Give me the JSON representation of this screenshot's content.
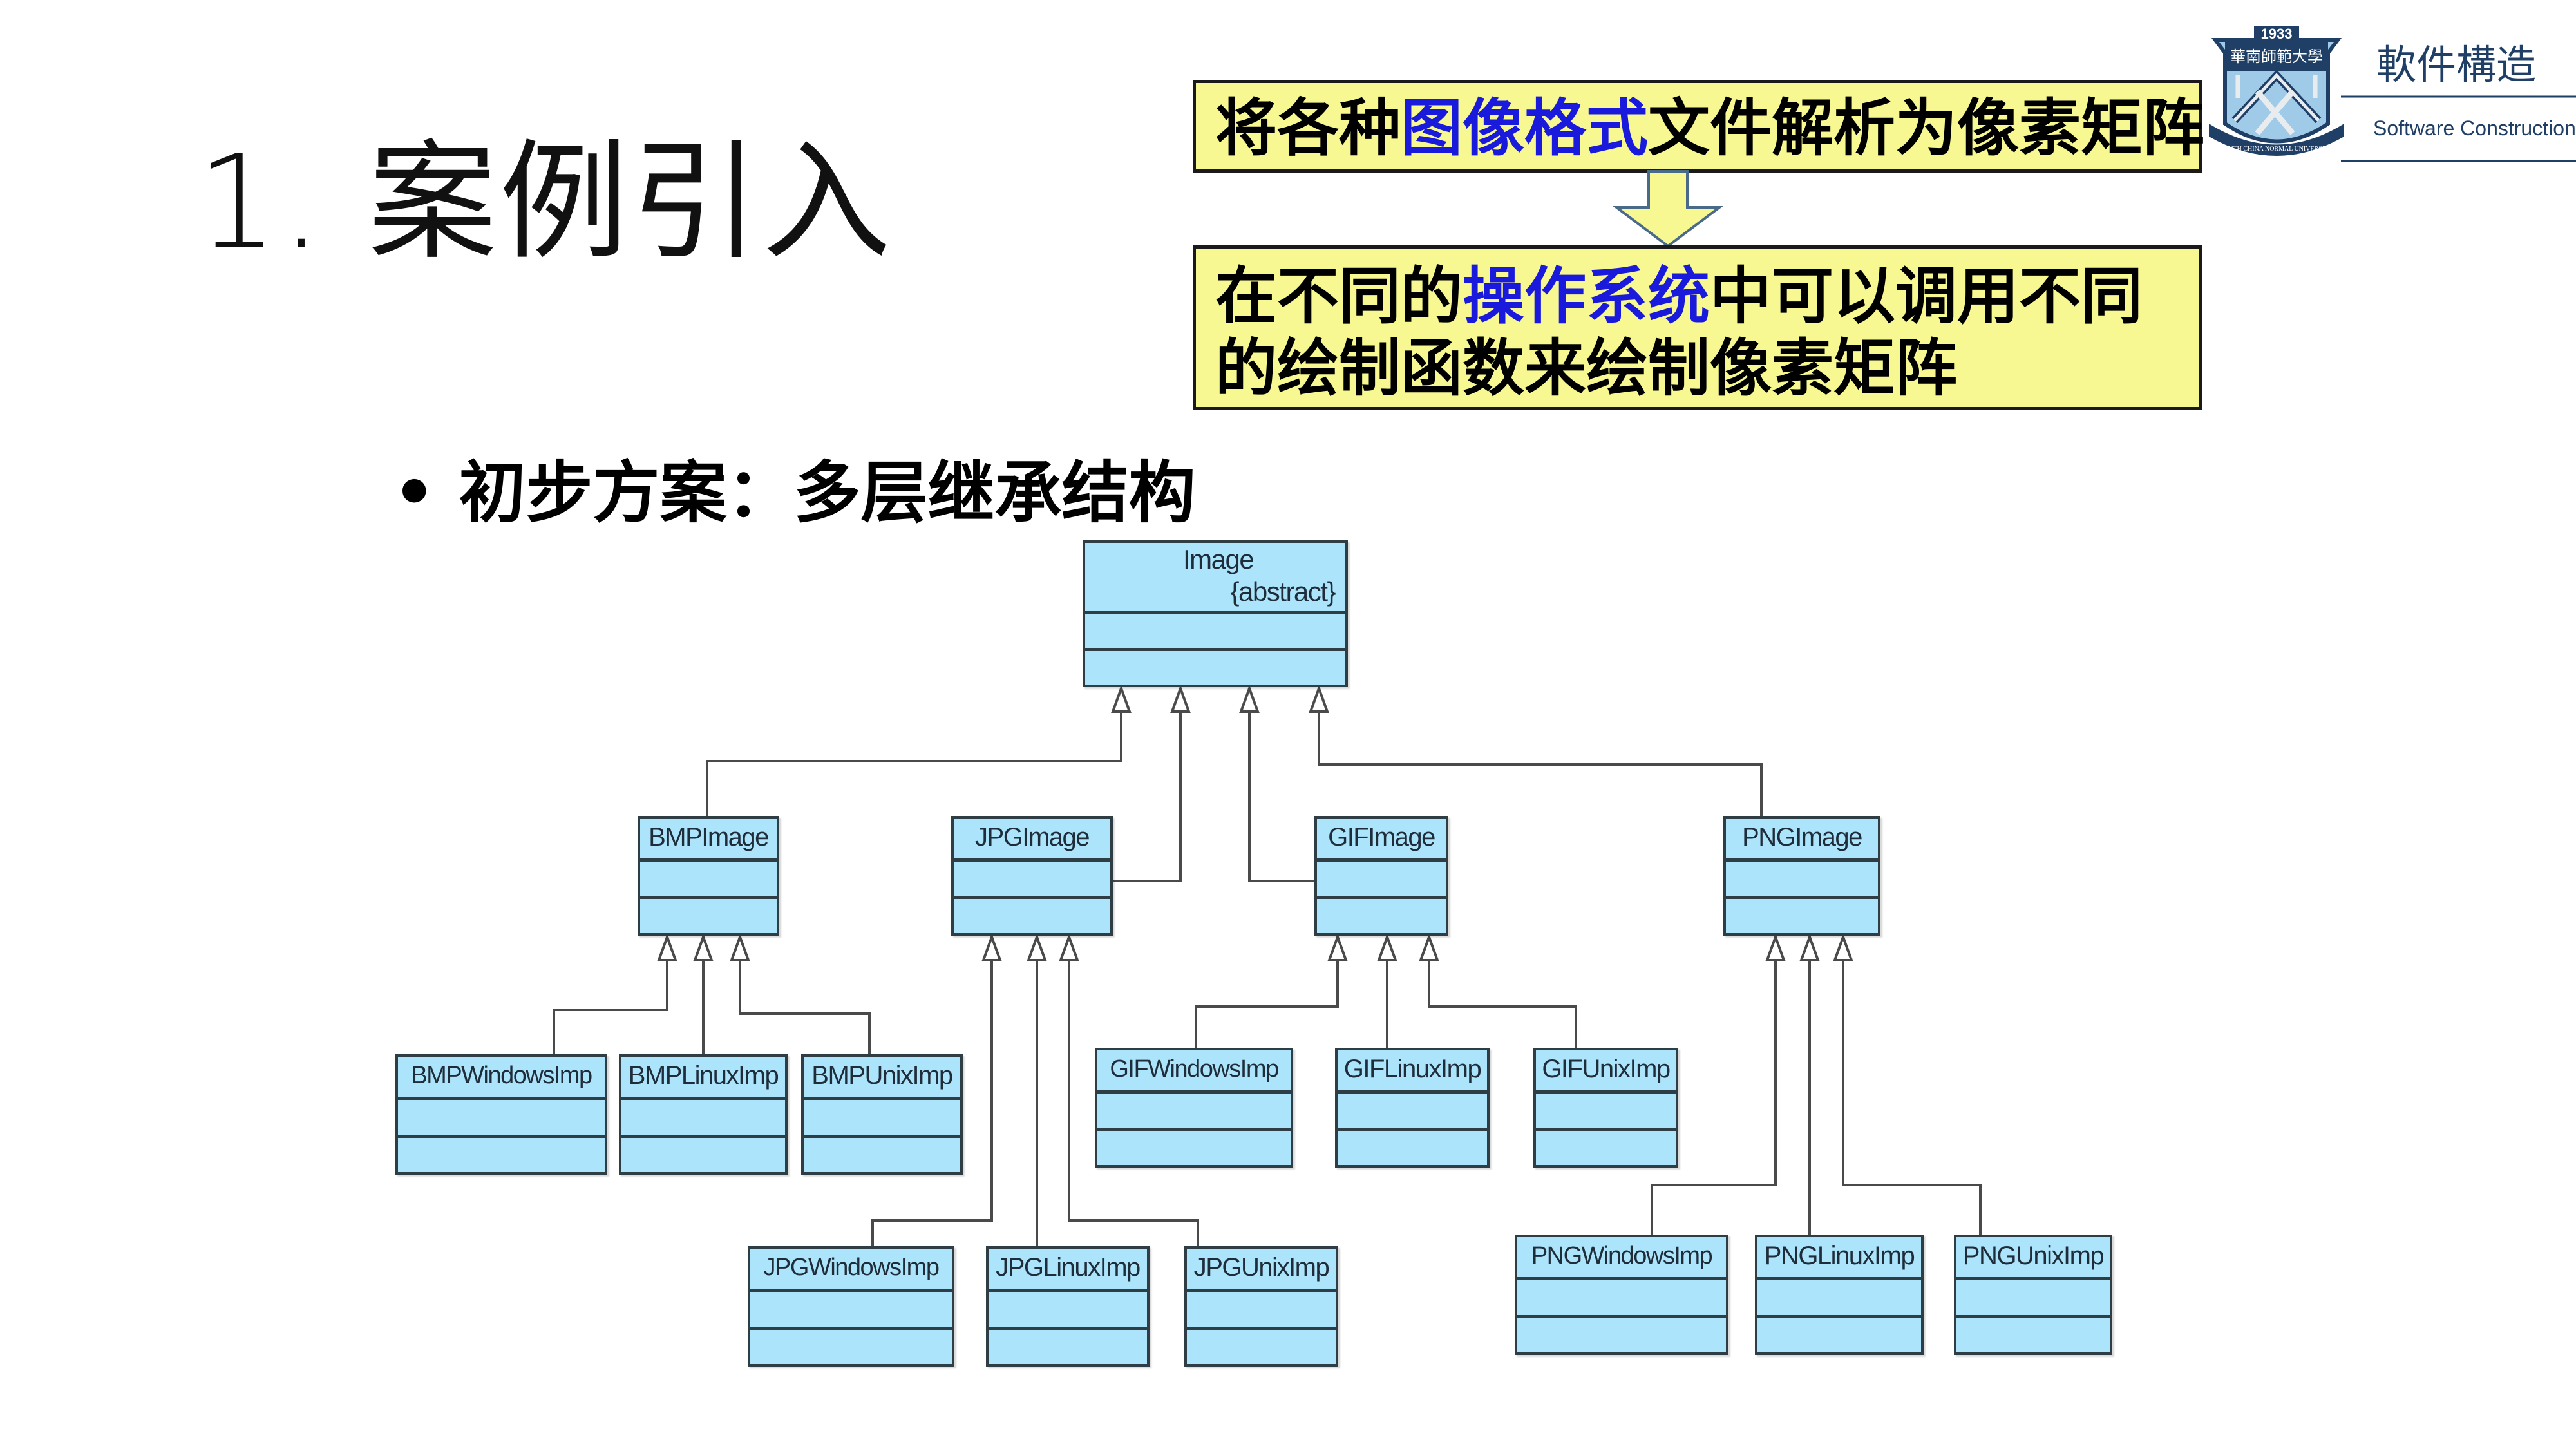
{
  "slide": {
    "title": "1. 案例引入",
    "callouts": [
      {
        "segments": [
          {
            "text": "将各种",
            "highlight": false
          },
          {
            "text": "图像格式",
            "highlight": true
          },
          {
            "text": "文件解析为像素矩阵",
            "highlight": false
          }
        ]
      },
      {
        "segments": [
          {
            "text": "在不同的",
            "highlight": false
          },
          {
            "text": "操作系统",
            "highlight": true
          },
          {
            "text": "中可以调用不同的绘制函数来绘制像素矩阵",
            "highlight": false
          }
        ]
      }
    ],
    "bullet": {
      "marker": "•",
      "text": "初步方案：多层继承结构"
    },
    "colors": {
      "callout_fill": "#f7f891",
      "callout_highlight": "#1a1adc",
      "class_fill": "#ace5fb",
      "class_border": "#2f3d45"
    }
  },
  "logo": {
    "year": "1933",
    "university_cn": "華南師範大學",
    "university_en": "SOUTH CHINA NORMAL UNIVERSITY",
    "course_cn": "軟件構造",
    "course_en": "Software Construction"
  },
  "uml": {
    "root": {
      "name": "Image",
      "stereotype": "{abstract}"
    },
    "classes": [
      {
        "id": "bmp",
        "name": "BMPImage",
        "parent": "root"
      },
      {
        "id": "jpg",
        "name": "JPGImage",
        "parent": "root"
      },
      {
        "id": "gif",
        "name": "GIFImage",
        "parent": "root"
      },
      {
        "id": "png",
        "name": "PNGImage",
        "parent": "root"
      },
      {
        "id": "bmpw",
        "name": "BMPWindowsImp",
        "parent": "bmp"
      },
      {
        "id": "bmpl",
        "name": "BMPLinuxImp",
        "parent": "bmp"
      },
      {
        "id": "bmpu",
        "name": "BMPUnixImp",
        "parent": "bmp"
      },
      {
        "id": "gifw",
        "name": "GIFWindowsImp",
        "parent": "gif"
      },
      {
        "id": "gifl",
        "name": "GIFLinuxImp",
        "parent": "gif"
      },
      {
        "id": "gifu",
        "name": "GIFUnixImp",
        "parent": "gif"
      },
      {
        "id": "jpgw",
        "name": "JPGWindowsImp",
        "parent": "jpg"
      },
      {
        "id": "jpgl",
        "name": "JPGLinuxImp",
        "parent": "jpg"
      },
      {
        "id": "jpgu",
        "name": "JPGUnixImp",
        "parent": "jpg"
      },
      {
        "id": "pngw",
        "name": "PNGWindowsImp",
        "parent": "png"
      },
      {
        "id": "pngl",
        "name": "PNGLinuxImp",
        "parent": "png"
      },
      {
        "id": "pngu",
        "name": "PNGUnixImp",
        "parent": "png"
      }
    ]
  }
}
